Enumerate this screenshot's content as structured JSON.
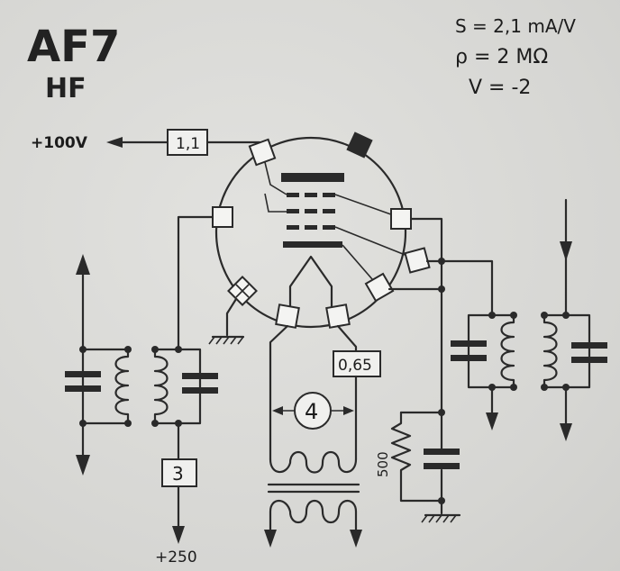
{
  "tube": {
    "name": "AF7",
    "function": "HF",
    "spec_s": "S = 2,1 mA/V",
    "spec_rho": "ρ = 2 MΩ",
    "spec_v": "V = -2"
  },
  "labels": {
    "supply_plus100": "+100V",
    "supply_plus250": "+250",
    "box_1_1": "1,1",
    "box_0_65": "0,65",
    "box_3": "3",
    "circle_4": "4",
    "resistor_500": "500"
  },
  "colors": {
    "ink": "#2a2a2a",
    "paper": "#d9d9d6",
    "pin_fill": "#f4f4f2"
  }
}
